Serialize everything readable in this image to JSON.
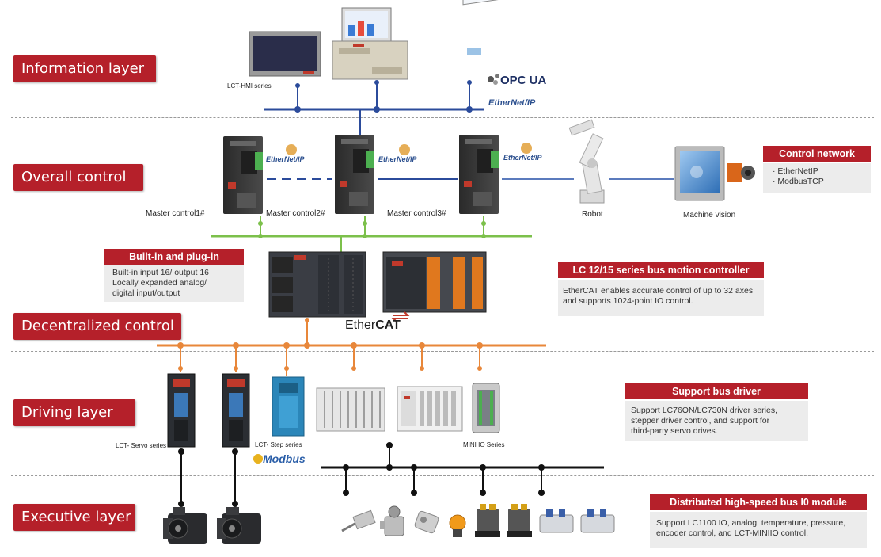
{
  "layers": {
    "information": "Information layer",
    "overall": "Overall control",
    "decentralized": "Decentralized control",
    "driving": "Driving layer",
    "executive": "Executive layer"
  },
  "captions": {
    "hmi": "LCT-HMI series",
    "master1": "Master control1#",
    "master2": "Master control2#",
    "master3": "Master control3#",
    "robot": "Robot",
    "vision": "Machine vision",
    "servo": "LCT- Servo series",
    "step": "LCT- Step series",
    "mini_io": "MINI IO Series"
  },
  "logos": {
    "opcua": "OPC UA",
    "ethernetip": "EtherNet/IP",
    "ethercat_a": "Ether",
    "ethercat_b": "CAT",
    "modbus": "Modbus"
  },
  "boxes": {
    "control_network": {
      "title": "Control network",
      "lines": [
        "· EtherNetIP",
        "· ModbusTCP"
      ]
    },
    "builtin": {
      "title": "Built-in and plug-in",
      "lines": [
        "Built-in input 16/ output 16",
        "Locally expanded analog/",
        "digital input/output"
      ]
    },
    "lc_series": {
      "title": "LC 12/15 series bus motion controller",
      "lines": [
        "EtherCAT enables accurate control of up to 32 axes",
        "and supports 1024-point IO control."
      ]
    },
    "bus_driver": {
      "title": "Support bus driver",
      "lines": [
        "Support LC76ON/LC730N driver series,",
        "stepper driver control, and support for",
        "third-party servo drives."
      ]
    },
    "io_module": {
      "title": "Distributed high-speed bus I0 module",
      "lines": [
        "Support LC1100 IO, analog, temperature, pressure,",
        "encoder control, and LCT-MINIIO control."
      ]
    }
  },
  "colors": {
    "accent": "#b5202a",
    "bus_blue": "#2b4b9b",
    "bus_green": "#7cc04b",
    "bus_orange": "#e8873a"
  }
}
